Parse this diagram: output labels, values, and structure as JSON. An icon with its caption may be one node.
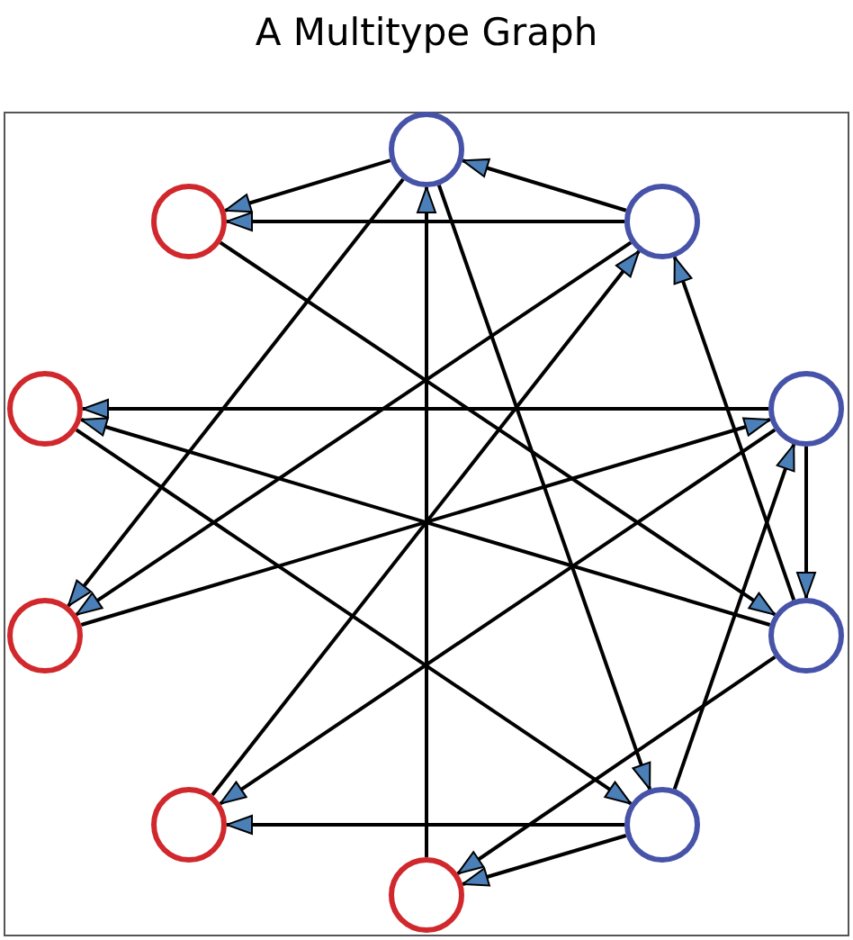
{
  "diagram": {
    "title": "A Multitype Graph",
    "nodes": [
      {
        "text": [],
        "shape": "circle"
      },
      {
        "text": [],
        "shape": "circle"
      },
      {
        "text": [],
        "shape": "circle"
      },
      {
        "text": [],
        "shape": "circle"
      },
      {
        "text": [],
        "shape": "circle"
      },
      {
        "text": [],
        "shape": "circle"
      },
      {
        "text": [],
        "shape": "circle"
      },
      {
        "text": [],
        "shape": "circle"
      },
      {
        "text": [],
        "shape": "circle"
      },
      {
        "text": [],
        "shape": "circle"
      }
    ],
    "edges": [
      {
        "from": 0,
        "to": 1,
        "arrow": "to"
      },
      {
        "from": 2,
        "to": 1,
        "arrow": "to"
      },
      {
        "from": 2,
        "to": 0,
        "arrow": "to"
      },
      {
        "from": 9,
        "to": 0,
        "arrow": "to"
      },
      {
        "from": 0,
        "to": 5,
        "arrow": "to"
      },
      {
        "from": 0,
        "to": 8,
        "arrow": "to"
      },
      {
        "from": 1,
        "to": 6,
        "arrow": "to"
      },
      {
        "from": 4,
        "to": 3,
        "arrow": "to"
      },
      {
        "from": 6,
        "to": 3,
        "arrow": "to"
      },
      {
        "from": 3,
        "to": 8,
        "arrow": "to"
      },
      {
        "from": 2,
        "to": 5,
        "arrow": "to"
      },
      {
        "from": 5,
        "to": 4,
        "arrow": "to"
      },
      {
        "from": 8,
        "to": 4,
        "arrow": "to"
      },
      {
        "from": 6,
        "to": 2,
        "arrow": "to"
      },
      {
        "from": 4,
        "to": 6,
        "arrow": "to"
      },
      {
        "from": 4,
        "to": 7,
        "arrow": "to"
      },
      {
        "from": 7,
        "to": 2,
        "arrow": "to"
      },
      {
        "from": 8,
        "to": 7,
        "arrow": "to"
      },
      {
        "from": 6,
        "to": 9,
        "arrow": "to"
      },
      {
        "from": 8,
        "to": 9,
        "arrow": "to"
      }
    ]
  }
}
